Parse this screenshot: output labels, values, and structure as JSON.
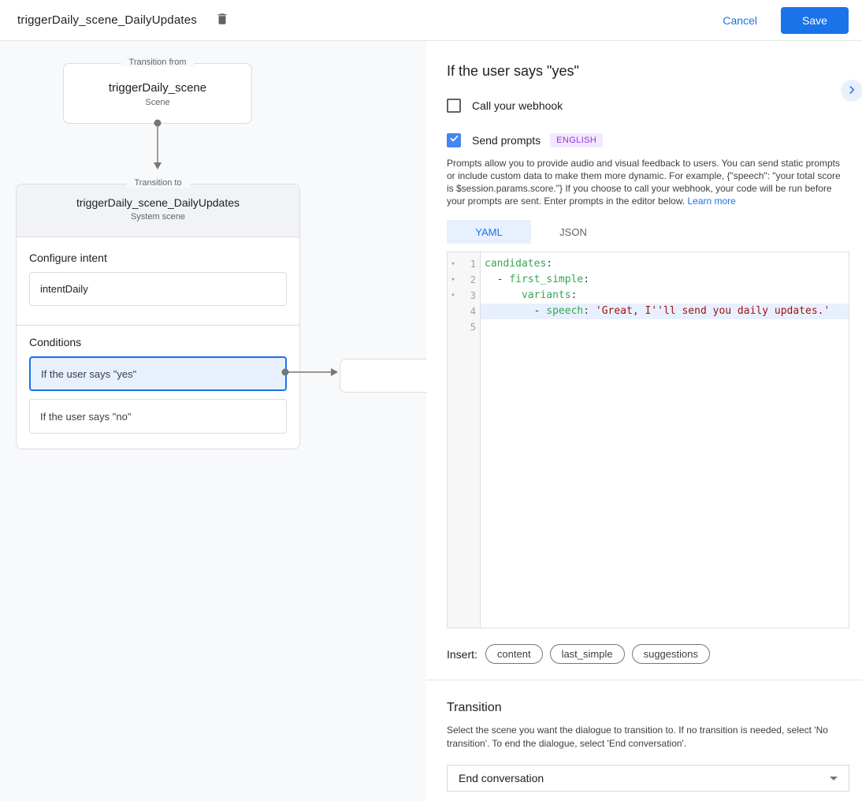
{
  "header": {
    "title": "triggerDaily_scene_DailyUpdates",
    "cancel_label": "Cancel",
    "save_label": "Save"
  },
  "colors": {
    "accent_blue": "#1a73e8",
    "accent_blue_bg": "#e8f0fe",
    "checkbox_blue": "#4285f4",
    "badge_bg": "#f3e8fd",
    "badge_text": "#9334e6",
    "code_key_green": "#34a853",
    "code_string_red": "#a11212",
    "selected_line_bg": "#e8f0fe",
    "panel_bg": "#f8f9fa"
  },
  "diagram": {
    "from_box": {
      "legend": "Transition from",
      "title": "triggerDaily_scene",
      "subtitle": "Scene"
    },
    "to_box": {
      "legend": "Transition to",
      "title": "triggerDaily_scene_DailyUpdates",
      "subtitle": "System scene",
      "configure_intent_label": "Configure intent",
      "intent_value": "intentDaily",
      "conditions_label": "Conditions",
      "condition_yes": "If the user says \"yes\"",
      "condition_no": "If the user says \"no\""
    }
  },
  "panel": {
    "heading": "If the user says \"yes\"",
    "webhook_label": "Call your webhook",
    "send_prompts_label": "Send prompts",
    "language_badge": "ENGLISH",
    "description": "Prompts allow you to provide audio and visual feedback to users. You can send static prompts or include custom data to make them more dynamic. For example, {\"speech\": \"your total score is $session.params.score.\"} If you choose to call your webhook, your code will be run before your prompts are sent. Enter prompts in the editor below. ",
    "learn_more": "Learn more",
    "tab_yaml": "YAML",
    "tab_json": "JSON",
    "insert_label": "Insert:",
    "chips": [
      "content",
      "last_simple",
      "suggestions"
    ]
  },
  "editor": {
    "lines": [
      {
        "num": "1",
        "fold": true,
        "highlight": false,
        "segments": [
          {
            "t": "candidates",
            "c": "key"
          },
          {
            "t": ":",
            "c": "plain"
          }
        ]
      },
      {
        "num": "2",
        "fold": true,
        "highlight": false,
        "segments": [
          {
            "t": "  - ",
            "c": "plain"
          },
          {
            "t": "first_simple",
            "c": "key"
          },
          {
            "t": ":",
            "c": "plain"
          }
        ]
      },
      {
        "num": "3",
        "fold": true,
        "highlight": false,
        "segments": [
          {
            "t": "      ",
            "c": "plain"
          },
          {
            "t": "variants",
            "c": "key"
          },
          {
            "t": ":",
            "c": "plain"
          }
        ]
      },
      {
        "num": "4",
        "fold": false,
        "highlight": true,
        "segments": [
          {
            "t": "        - ",
            "c": "plain"
          },
          {
            "t": "speech",
            "c": "key"
          },
          {
            "t": ": ",
            "c": "plain"
          },
          {
            "t": "'Great, I''ll send you daily updates.'",
            "c": "string"
          }
        ]
      },
      {
        "num": "5",
        "fold": false,
        "highlight": false,
        "segments": []
      }
    ]
  },
  "transition": {
    "heading": "Transition",
    "description": "Select the scene you want the dialogue to transition to. If no transition is needed, select 'No transition'. To end the dialogue, select 'End conversation'.",
    "dropdown_value": "End conversation"
  }
}
